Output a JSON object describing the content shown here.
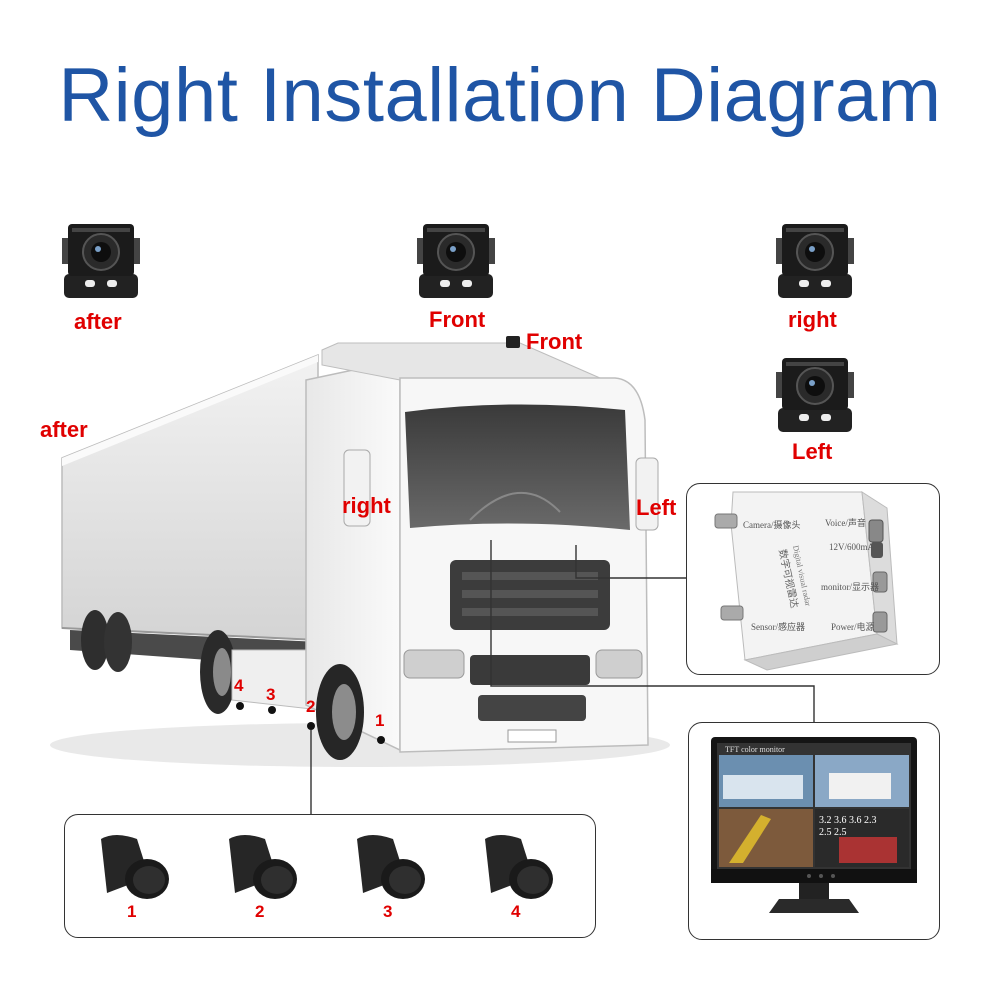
{
  "title": "Right Installation Diagram",
  "labels": {
    "cam_top_after": "after",
    "cam_top_front": "Front",
    "cam_top_right": "right",
    "cam_top_left": "Left",
    "truck_front": "Front",
    "truck_after": "after",
    "truck_right": "right",
    "truck_left": "Left"
  },
  "truck_sensor_positions": [
    "1",
    "2",
    "3",
    "4"
  ],
  "sensors": [
    {
      "label": "1"
    },
    {
      "label": "2"
    },
    {
      "label": "3"
    },
    {
      "label": "4"
    }
  ],
  "control_box": {
    "camera_port": "Camera/摄像头",
    "voice_port": "Voice/声音",
    "power_rating": "12V/600mA",
    "title_cn": "数字可视雷达",
    "title_en": "Digital visual radar",
    "monitor_port": "monitor/显示器",
    "sensor_port": "Sensor/感应器",
    "power_port": "Power/电源"
  },
  "monitor": {
    "header": "TFT color monitor",
    "readout_row1": "3.2 3.6 3.6 2.3",
    "readout_row2": "2.5 2.5"
  },
  "colors": {
    "title": "#1f55a5",
    "label": "#e00000",
    "line": "#333333"
  }
}
